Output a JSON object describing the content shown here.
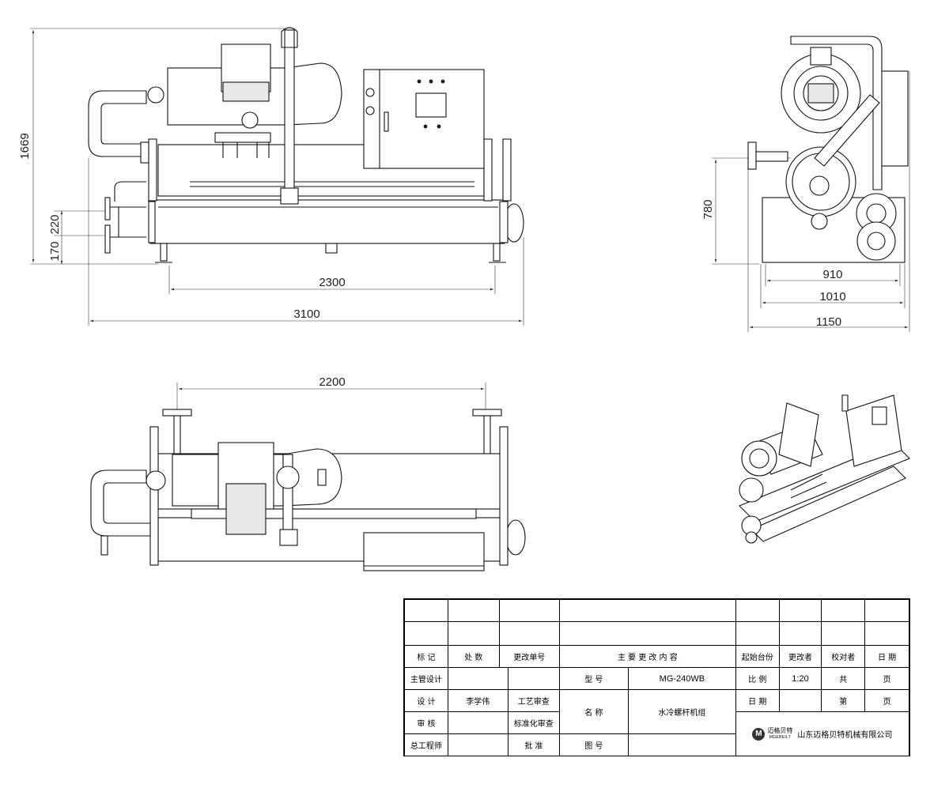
{
  "dimensions": {
    "front_height": "1669",
    "front_h220": "220",
    "front_h170": "170",
    "front_len2300": "2300",
    "front_len3100": "3100",
    "side_h780": "780",
    "side_w910": "910",
    "side_w1010": "1010",
    "side_w1150": "1150",
    "top_len2200": "2200"
  },
  "title_block": {
    "rev_headers": [
      "标 记",
      "处 数",
      "更改单号",
      "主 要 更 改 内 容",
      "起始台份",
      "更改者",
      "校对者",
      "日 期"
    ],
    "main_design_label": "主管设计",
    "design_label": "设 计",
    "designer_name": "李学伟",
    "process_review_label": "工艺审查",
    "review_label": "审 核",
    "standard_review_label": "标准化审查",
    "chief_engineer_label": "总工程师",
    "approve_label": "批 准",
    "model_label": "型 号",
    "model_value": "MG-240WB",
    "name_label": "名 称",
    "name_value": "水冷螺杆机组",
    "drawing_no_label": "图 号",
    "scale_label": "比 例",
    "scale_value": "1:20",
    "total_label": "共",
    "page_unit": "页",
    "date_label": "日 期",
    "sheet_label": "第",
    "logo_mark": "M",
    "logo_cn": "迈格贝特",
    "logo_en": "MGEBEILT",
    "company": "山东迈格贝特机械有限公司"
  }
}
